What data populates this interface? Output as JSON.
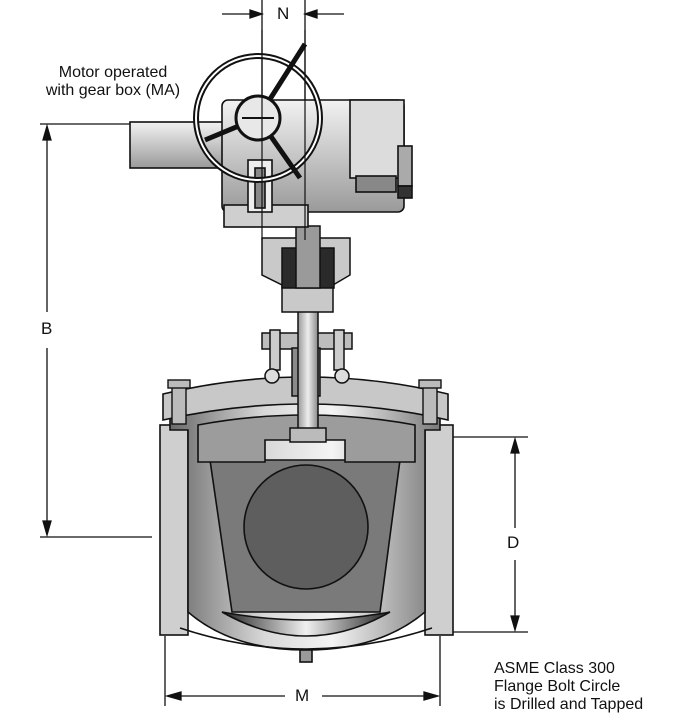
{
  "labels": {
    "actuator_line1": "Motor operated",
    "actuator_line2": "with gear box (MA)",
    "dim_n": "N",
    "dim_b": "B",
    "dim_d": "D",
    "dim_m": "M",
    "note_line1": "ASME Class 300",
    "note_line2": "Flange Bolt Circle",
    "note_line3": "is Drilled and Tapped"
  },
  "colors": {
    "ink": "#111111",
    "metal_light": "#d9d9d9",
    "metal_mid": "#a8a8a8",
    "metal_dark": "#5a5a5a",
    "plug": "#6e6e6e"
  }
}
